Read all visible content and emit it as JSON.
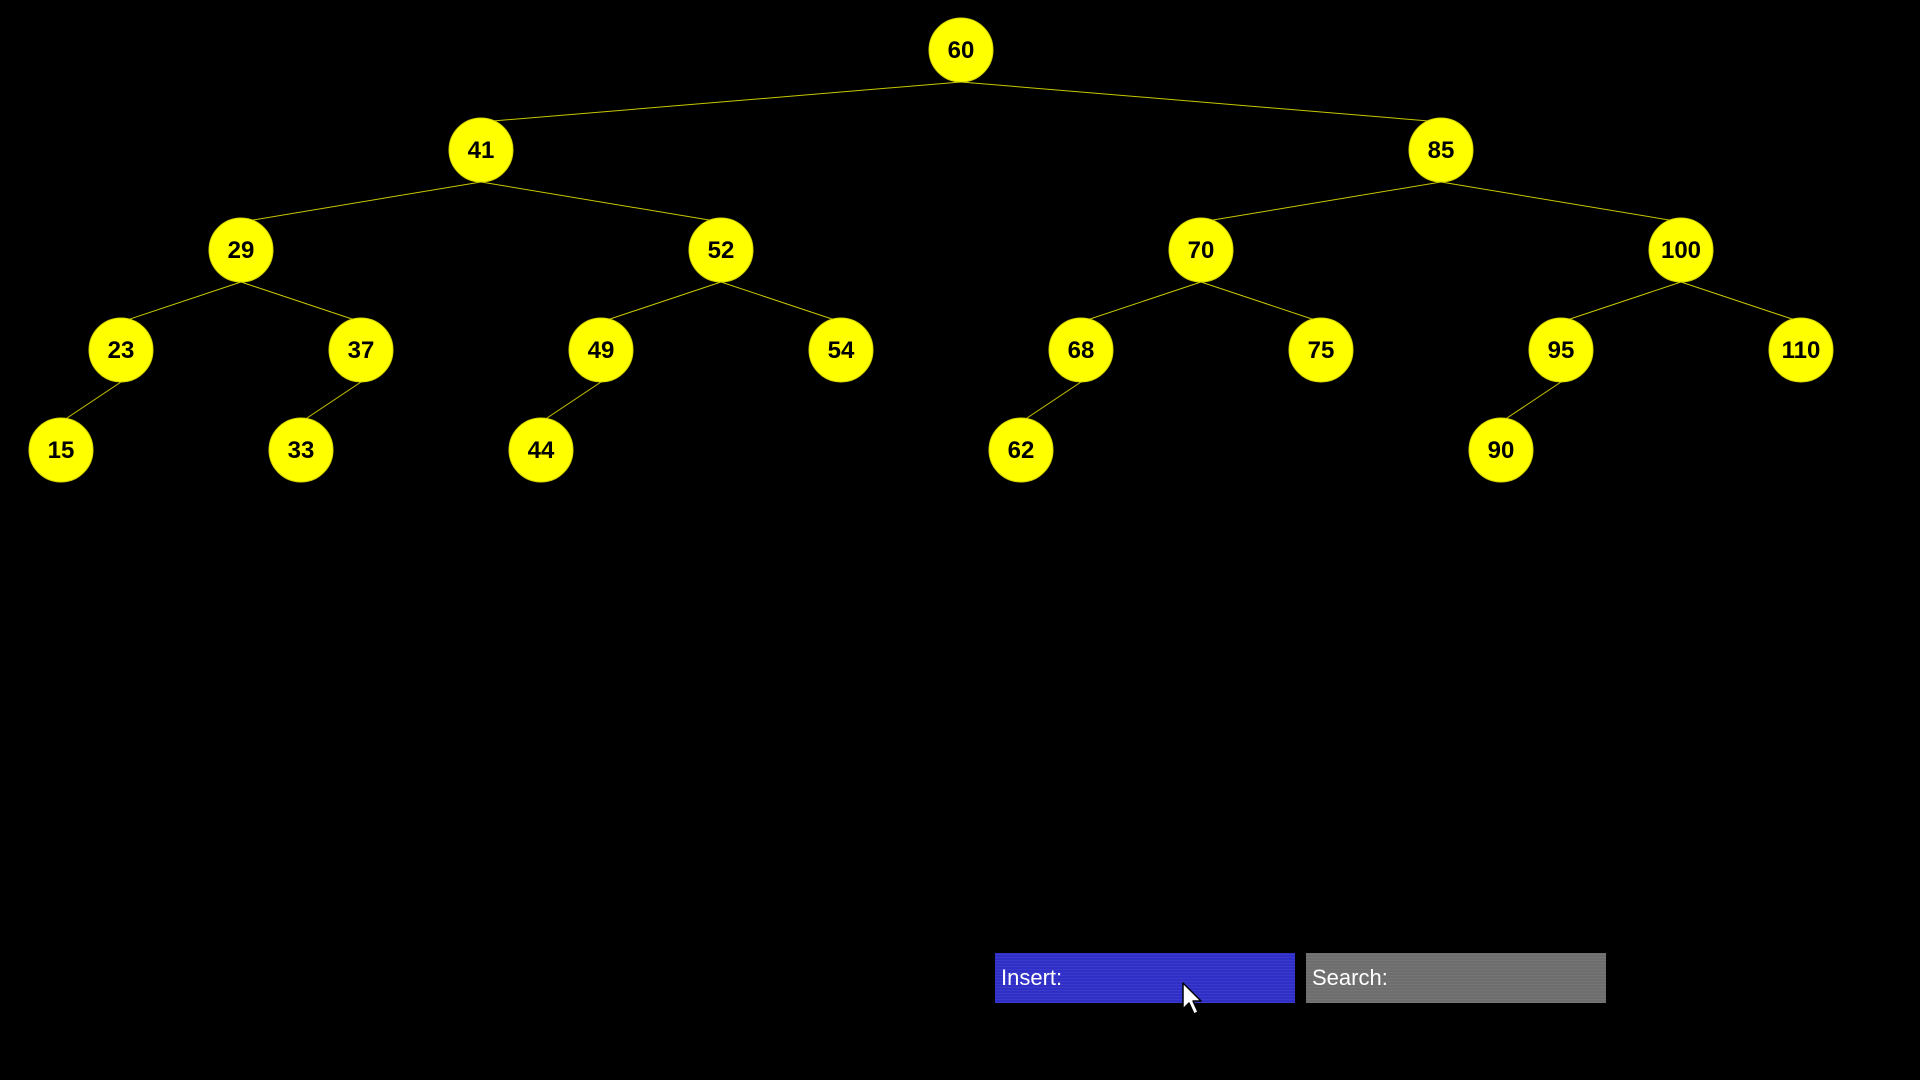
{
  "colors": {
    "background": "#000000",
    "node_fill": "#ffff00",
    "node_stroke": "#d8d800",
    "edge": "#c8c800",
    "insert_bg": "#2f2fc8",
    "search_bg": "#6e6e6e"
  },
  "tree": {
    "nodes": [
      {
        "id": "n60",
        "value": "60",
        "depth": 0,
        "slot": 32
      },
      {
        "id": "n41",
        "value": "41",
        "depth": 1,
        "slot": 16
      },
      {
        "id": "n85",
        "value": "85",
        "depth": 1,
        "slot": 48
      },
      {
        "id": "n29",
        "value": "29",
        "depth": 2,
        "slot": 8
      },
      {
        "id": "n52",
        "value": "52",
        "depth": 2,
        "slot": 24
      },
      {
        "id": "n70",
        "value": "70",
        "depth": 2,
        "slot": 40
      },
      {
        "id": "n100",
        "value": "100",
        "depth": 2,
        "slot": 56
      },
      {
        "id": "n23",
        "value": "23",
        "depth": 3,
        "slot": 4
      },
      {
        "id": "n37",
        "value": "37",
        "depth": 3,
        "slot": 12
      },
      {
        "id": "n49",
        "value": "49",
        "depth": 3,
        "slot": 20
      },
      {
        "id": "n54",
        "value": "54",
        "depth": 3,
        "slot": 28
      },
      {
        "id": "n68",
        "value": "68",
        "depth": 3,
        "slot": 36
      },
      {
        "id": "n75",
        "value": "75",
        "depth": 3,
        "slot": 44
      },
      {
        "id": "n95",
        "value": "95",
        "depth": 3,
        "slot": 52
      },
      {
        "id": "n110",
        "value": "110",
        "depth": 3,
        "slot": 60
      },
      {
        "id": "n15",
        "value": "15",
        "depth": 4,
        "slot": 2
      },
      {
        "id": "n33",
        "value": "33",
        "depth": 4,
        "slot": 10
      },
      {
        "id": "n44",
        "value": "44",
        "depth": 4,
        "slot": 18
      },
      {
        "id": "n62",
        "value": "62",
        "depth": 4,
        "slot": 34
      },
      {
        "id": "n90",
        "value": "90",
        "depth": 4,
        "slot": 50
      }
    ],
    "edges": [
      [
        "n60",
        "n41"
      ],
      [
        "n60",
        "n85"
      ],
      [
        "n41",
        "n29"
      ],
      [
        "n41",
        "n52"
      ],
      [
        "n85",
        "n70"
      ],
      [
        "n85",
        "n100"
      ],
      [
        "n29",
        "n23"
      ],
      [
        "n29",
        "n37"
      ],
      [
        "n52",
        "n49"
      ],
      [
        "n52",
        "n54"
      ],
      [
        "n70",
        "n68"
      ],
      [
        "n70",
        "n75"
      ],
      [
        "n100",
        "n95"
      ],
      [
        "n100",
        "n110"
      ],
      [
        "n23",
        "n15"
      ],
      [
        "n37",
        "n33"
      ],
      [
        "n49",
        "n44"
      ],
      [
        "n68",
        "n62"
      ],
      [
        "n95",
        "n90"
      ]
    ]
  },
  "controls": {
    "insert_label": "Insert:",
    "insert_value": "",
    "search_label": "Search:",
    "search_value": ""
  },
  "cursor_icon": "mouse-pointer-icon"
}
